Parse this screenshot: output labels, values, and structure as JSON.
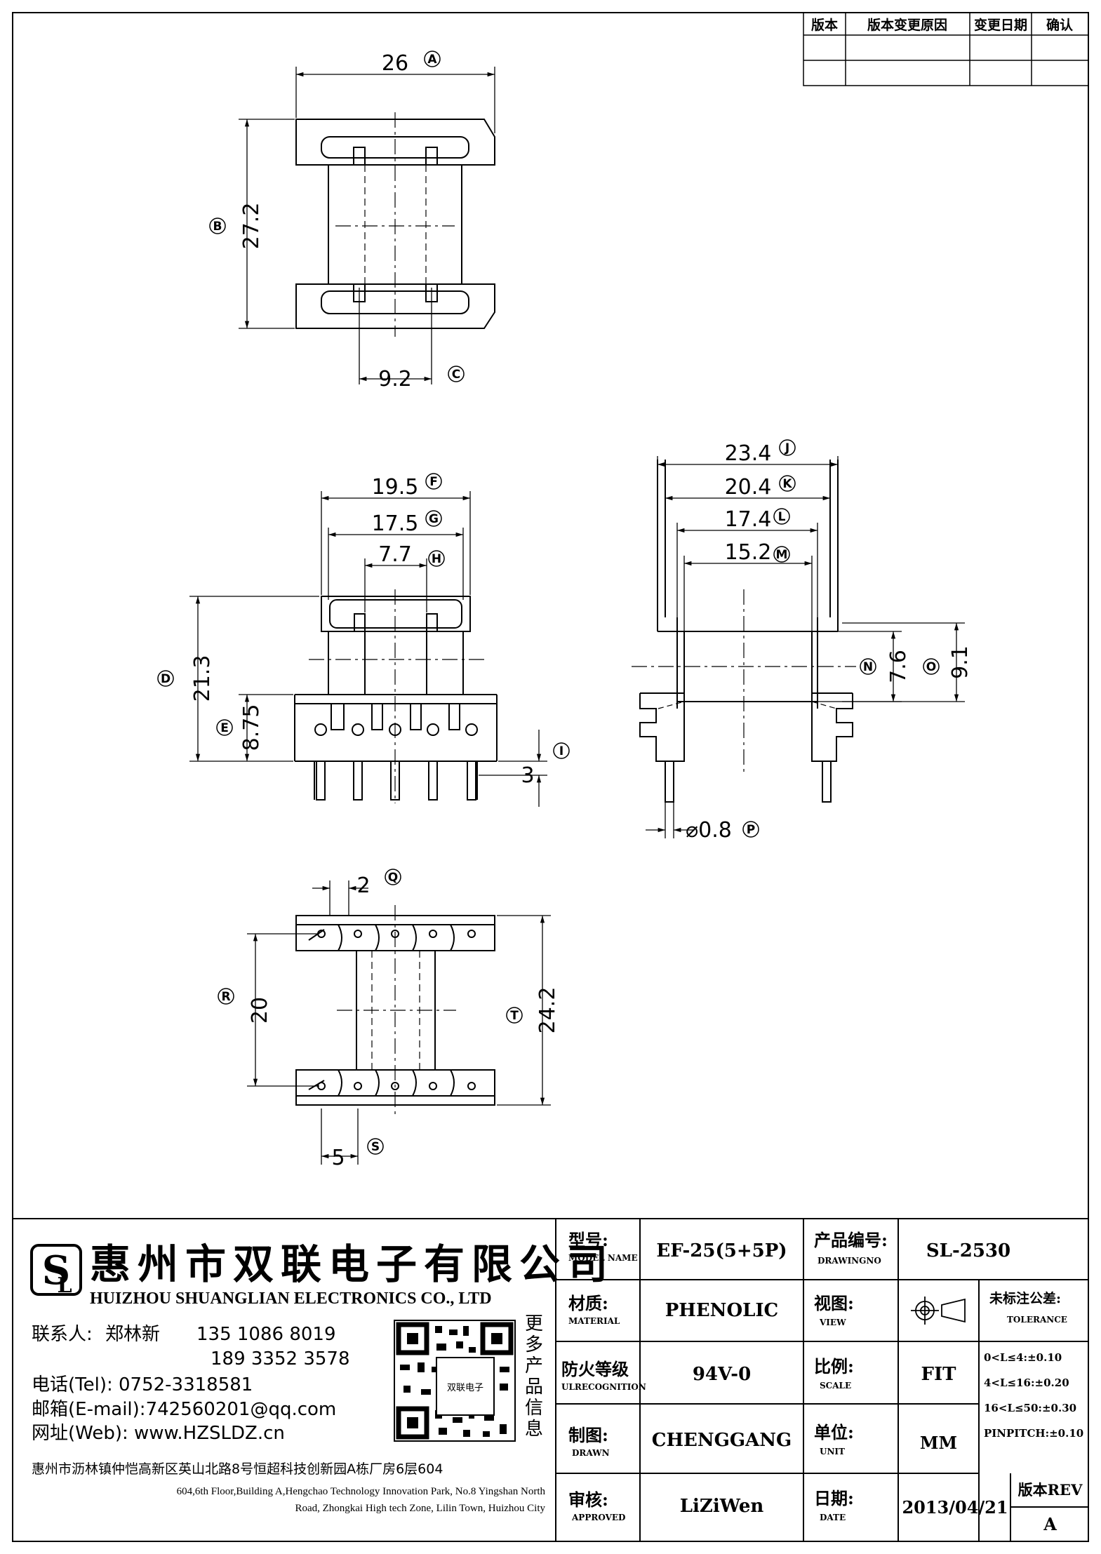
{
  "revision_table": {
    "headers": [
      "版本",
      "版本变更原因",
      "变更日期",
      "确认"
    ]
  },
  "dimensions": {
    "A": "26",
    "B": "27.2",
    "C": "9.2",
    "F": "19.5",
    "G": "17.5",
    "H": "7.7",
    "D": "21.3",
    "E": "8.75",
    "I": "3",
    "J": "23.4",
    "K": "20.4",
    "L": "17.4",
    "M": "15.2",
    "N": "7.6",
    "O": "9.1",
    "P": "⌀0.8",
    "Q": "2",
    "R": "20",
    "S": "5",
    "T": "24.2"
  },
  "company": {
    "name_cn": "惠州市双联电子有限公司",
    "name_en": "HUIZHOU SHUANGLIAN ELECTRONICS CO., LTD",
    "contact_label": "联系人:",
    "contact_name": "郑林新",
    "phone1": "135 1086 8019",
    "phone2": "189 3352 3578",
    "tel": "电话(Tel): 0752-3318581",
    "email": "邮箱(E-mail):742560201@qq.com",
    "web": "网址(Web): www.HZSLDZ.cn",
    "more_info": "更多产品信息",
    "address_cn": "惠州市沥林镇仲恺高新区英山北路8号恒超科技创新园A栋厂房6层604",
    "address_en1": "604,6th Floor,Building A,Hengchao Technology Innovation Park, No.8 Yingshan North",
    "address_en2": "Road, Zhongkai High tech Zone, Lilin Town, Huizhou City"
  },
  "title_block": {
    "model_label": "型号:",
    "model_label_en": "MODEL NAME",
    "model": "EF-25(5+5P)",
    "drawing_label": "产品编号:",
    "drawing_label_en": "DRAWINGNO",
    "drawing_no": "SL-2530",
    "material_label": "材质:",
    "material_label_en": "MATERIAL",
    "material": "PHENOLIC",
    "view_label": "视图:",
    "view_label_en": "VIEW",
    "tolerance_label": "未标注公差:",
    "tolerance_label_en": "TOLERANCE",
    "tolerances": [
      "0<L≤4:±0.10",
      "4<L≤16:±0.20",
      "16<L≤50:±0.30",
      "PINPITCH:±0.10"
    ],
    "flame_label": "防火等级",
    "flame_label_en": "ULRECOGNITION",
    "flame": "94V-0",
    "scale_label": "比例:",
    "scale_label_en": "SCALE",
    "scale": "FIT",
    "drawn_label": "制图:",
    "drawn_label_en": "DRAWN",
    "drawn": "CHENGGANG",
    "unit_label": "单位:",
    "unit_label_en": "UNIT",
    "unit": "MM",
    "approved_label": "审核:",
    "approved_label_en": "APPROVED",
    "approved": "LiZiWen",
    "date_label": "日期:",
    "date_label_en": "DATE",
    "date": "2013/04/21",
    "rev_label": "版本REV",
    "rev": "A"
  }
}
